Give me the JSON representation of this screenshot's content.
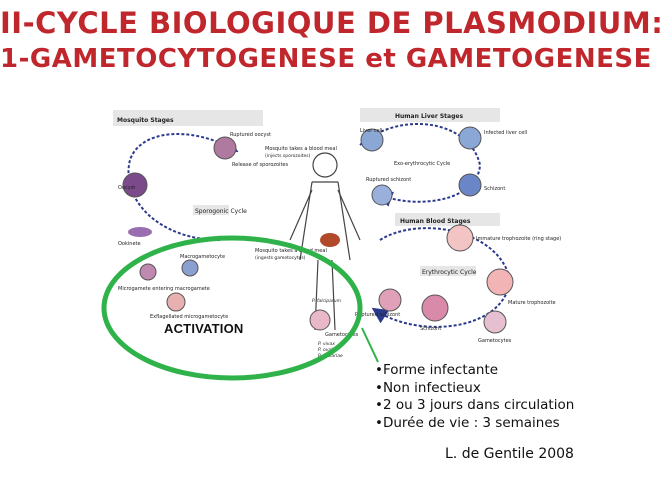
{
  "slide": {
    "title_line1": "II-CYCLE BIOLOGIQUE DE PLASMODIUM:",
    "title_line2": "1-GAMETOCYTOGENESE et GAMETOGENESE",
    "title_color": "#c0272d",
    "highlight_color": "#2fb24a",
    "activation_label": "ACTIVATION",
    "bullets": [
      "•Forme infectante",
      "•Non infectieux",
      "•2 ou 3 jours dans circulation",
      "•Durée de vie : 3 semaines"
    ],
    "credit": "L. de Gentile 2008"
  },
  "diagram": {
    "mosquito_stages": "Mosquito Stages",
    "ruptured_oocyst": "Ruptured oocyst",
    "release_sporozoites": "Release of sporozoites",
    "oocyst": "Oocyst",
    "sporogonic_cycle": "Sporogonic Cycle",
    "ookinete": "Ookinete",
    "macrogametocyte": "Macrogametocyte",
    "microgamete_entering": "Microgamete entering macrogamete",
    "exflagellated": "Exflagellated microgametocyte",
    "mosquito_takes_meal": "Mosquito takes a blood meal",
    "injects_sporozoites": "(injects sporozoites)",
    "mosquito_takes_meal2": "Mosquito takes a blood meal",
    "ingests_gametocytes": "(ingests gametocytes)",
    "human_liver_stages": "Human Liver Stages",
    "liver_cell": "Liver cell",
    "infected_liver_cell": "Infected liver cell",
    "exo_cycle": "Exo-erythrocytic Cycle",
    "ruptured_schizont": "Ruptured schizont",
    "schizont": "Schizont",
    "human_blood_stages": "Human Blood Stages",
    "immature_troph": "Immature trophozoite (ring stage)",
    "erythrocytic_cycle": "Erythrocytic Cycle",
    "mature_troph": "Mature trophozoite",
    "ruptured_schizont2": "Ruptured schizont",
    "schizont2": "Schizont",
    "gametocytes": "Gametocytes",
    "gametocytes2": "Gametocytes",
    "p_falciparum": "P. falciparum",
    "p_vivax": "P. vivax",
    "p_ovale": "P. ovale",
    "p_malariae": "P. malariae"
  }
}
